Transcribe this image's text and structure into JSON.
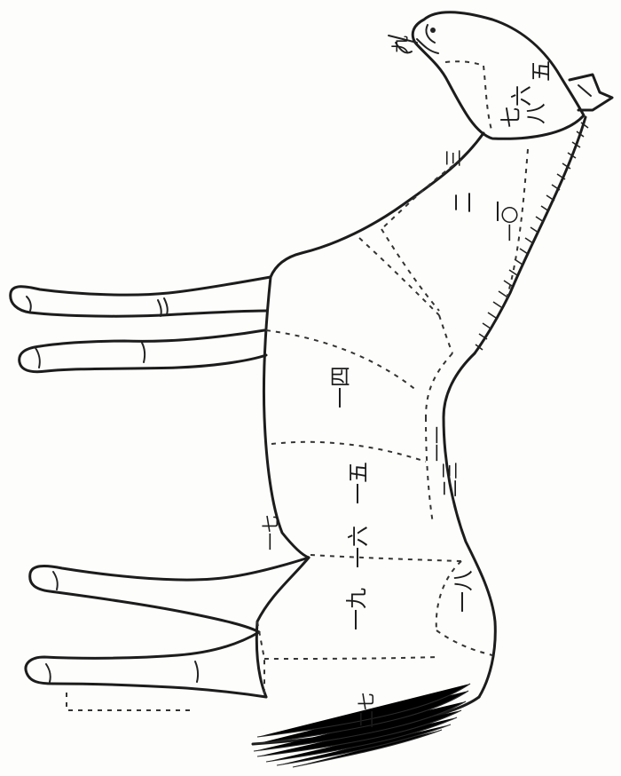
{
  "diagram": {
    "regions": [
      {
        "id": "r1",
        "label": "一"
      },
      {
        "id": "r2",
        "label": "二"
      },
      {
        "id": "r3",
        "label": "三"
      },
      {
        "id": "r4",
        "label": "一四"
      },
      {
        "id": "r5",
        "label": "一五"
      },
      {
        "id": "r6",
        "label": "一六"
      },
      {
        "id": "r7",
        "label": "一七"
      },
      {
        "id": "r8",
        "label": "一八"
      },
      {
        "id": "r9",
        "label": "一九"
      },
      {
        "id": "r10",
        "label": "一〇"
      },
      {
        "id": "r11",
        "label": "一一"
      },
      {
        "id": "r12",
        "label": "二三"
      },
      {
        "id": "r13",
        "label": "二七"
      },
      {
        "id": "r14",
        "label": "九"
      },
      {
        "id": "r15",
        "label": "八"
      },
      {
        "id": "r16",
        "label": "五"
      },
      {
        "id": "r17",
        "label": "六"
      },
      {
        "id": "r18",
        "label": "七"
      }
    ]
  }
}
